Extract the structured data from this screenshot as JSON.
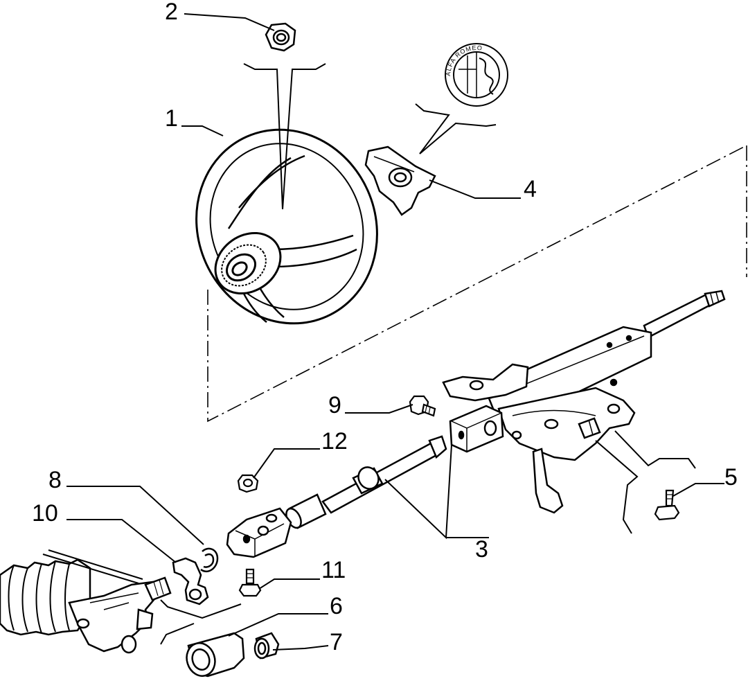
{
  "callouts": {
    "c1": "1",
    "c2": "2",
    "c3": "3",
    "c4": "4",
    "c5": "5",
    "c6": "6",
    "c7": "7",
    "c8": "8",
    "c9": "9",
    "c10": "10",
    "c11": "11",
    "c12": "12"
  },
  "logo": {
    "text": "ALFA ROMEO"
  },
  "colors": {
    "ink": "#000000",
    "paper": "#ffffff"
  },
  "icons": [
    "steering-wheel",
    "nut",
    "hub-plate",
    "steering-column",
    "universal-joint",
    "bolt",
    "dust-boot",
    "bushing",
    "washer",
    "clip",
    "steering-rack",
    "brand-logo"
  ]
}
